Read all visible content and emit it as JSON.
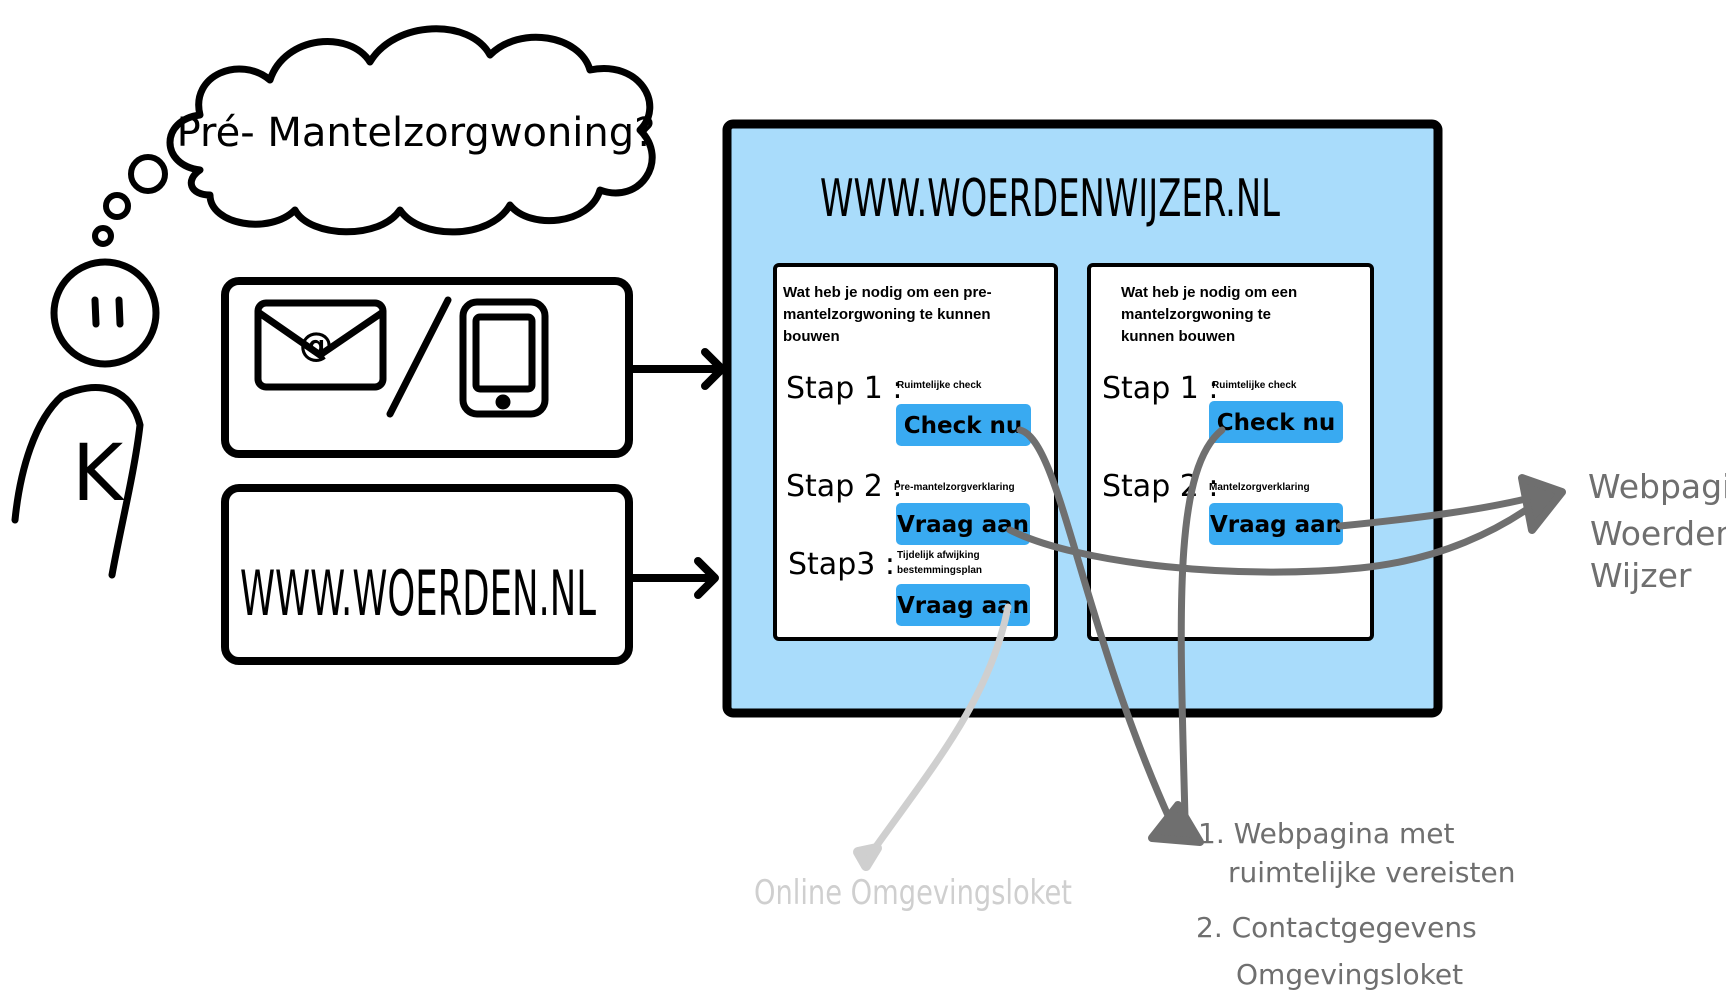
{
  "thought": {
    "text": "Pré- Mantelzorgwoning?"
  },
  "person": {
    "initial": "K"
  },
  "channels": {
    "email_symbol": "@",
    "separator": "/",
    "email_icon": "envelope-icon",
    "phone_icon": "smartphone-icon",
    "website_label": "WWW.WOERDEN.NL"
  },
  "woerdenwijzer": {
    "url": "WWW.WOERDENWIJZER.NL",
    "panels": [
      {
        "heading_lines": [
          "Wat heb je nodig om een pre-",
          "mantelzorgwoning te kunnen",
          "bouwen"
        ],
        "steps": [
          {
            "label": "Stap 1 :",
            "sublabel_lines": [
              "Ruimtelijke check"
            ],
            "button": "Check nu"
          },
          {
            "label": "Stap 2 :",
            "sublabel_lines": [
              "Pre-mantelzorgverklaring"
            ],
            "button": "Vraag aan"
          },
          {
            "label": "Stap3 :",
            "sublabel_lines": [
              "Tijdelijk afwijking",
              "bestemmingsplan"
            ],
            "button": "Vraag aan"
          }
        ]
      },
      {
        "heading_lines": [
          "Wat heb je nodig om een",
          "mantelzorgwoning te",
          "kunnen bouwen"
        ],
        "steps": [
          {
            "label": "Stap 1 :",
            "sublabel_lines": [
              "Ruimtelijke check"
            ],
            "button": "Check nu"
          },
          {
            "label": "Stap 2 :",
            "sublabel_lines": [
              "Mantelzorgverklaring"
            ],
            "button": "Vraag aan"
          }
        ]
      }
    ]
  },
  "destinations": {
    "webpagina_lines": [
      "Webpagina",
      "Woerden",
      "Wijzer"
    ],
    "online_loket": "Online  Omgevingsloket",
    "list_lines": [
      "1. Webpagina met",
      "ruimtelijke vereisten",
      "2. Contactgegevens",
      "Omgevingsloket"
    ]
  },
  "colors": {
    "screen_fill": "#a9dcfb",
    "button_fill": "#39aaf1",
    "dark_arrow": "#6f6f6f",
    "light_arrow": "#cfcfcf",
    "ink": "#000000"
  }
}
